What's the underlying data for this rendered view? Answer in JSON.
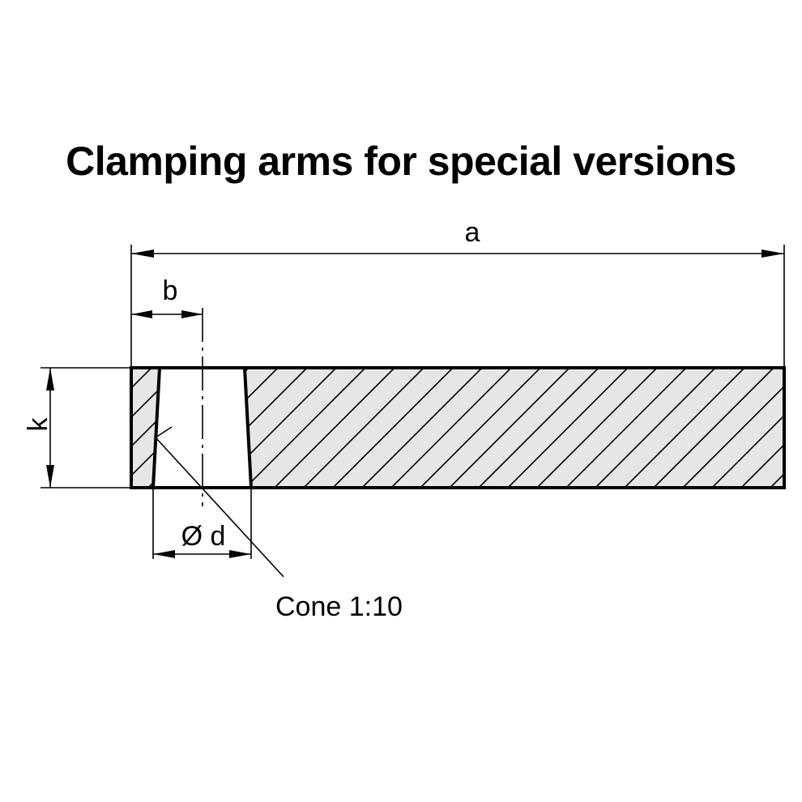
{
  "title": "Clamping arms for special versions",
  "labels": {
    "a": "a",
    "b": "b",
    "k": "k",
    "d": "Ø d",
    "cone": "Cone 1:10"
  },
  "colors": {
    "line": "#000000",
    "section_fill": "#e6e6e6",
    "hatch": "#000000"
  }
}
